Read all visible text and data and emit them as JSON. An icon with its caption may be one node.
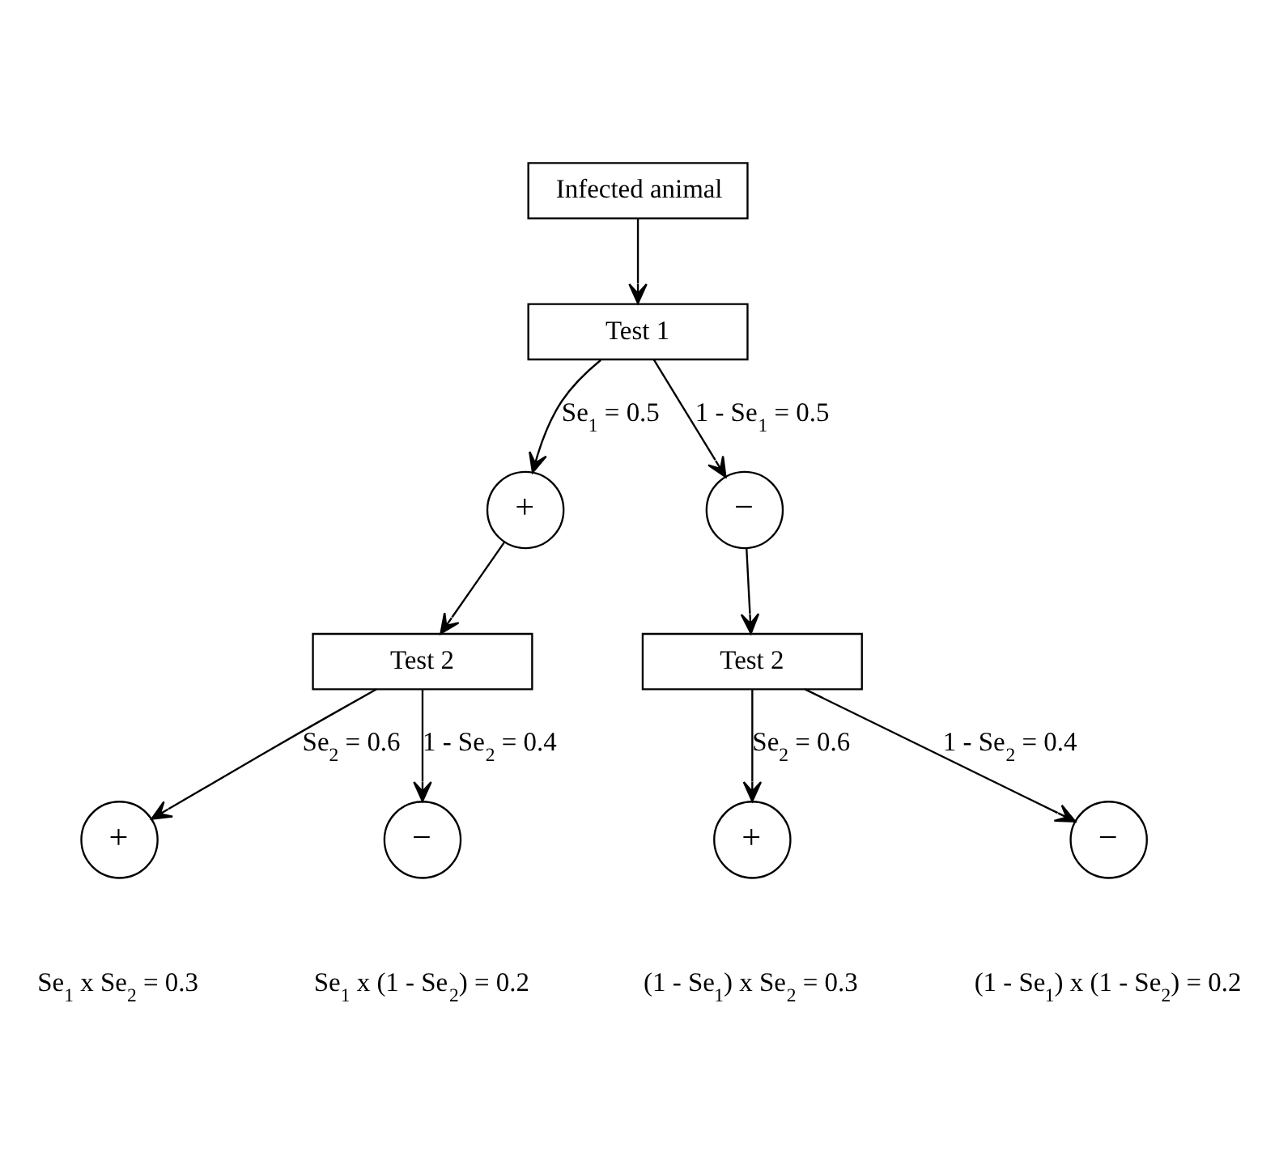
{
  "diagram": {
    "nodes": [
      {
        "text": [
          "Infected animal"
        ]
      },
      {
        "text": [
          "Test 1"
        ]
      },
      {
        "text": [
          "+"
        ]
      },
      {
        "text": [
          "−"
        ]
      },
      {
        "text": [
          "Test 2"
        ]
      },
      {
        "text": [
          "Test 2"
        ]
      },
      {
        "text": [
          "+"
        ],
        "beside": [
          "Se$_{1}$ x Se$_{2}$ = 0.3"
        ]
      },
      {
        "text": [
          "−"
        ],
        "beside": [
          "Se$_{1}$ x (1 - Se$_{2}$) = 0.2"
        ]
      },
      {
        "text": [
          "+"
        ],
        "beside": [
          "(1 - Se$_{1}$) x Se$_{2}$ = 0.3"
        ]
      },
      {
        "text": [
          "−"
        ],
        "beside": [
          "(1 - Se$_{1}$) x (1 - Se$_{2}$) = 0.2"
        ]
      }
    ],
    "edges": [
      {
        "from": 0,
        "to": 1,
        "arrow": "to"
      },
      {
        "from": 1,
        "to": 2,
        "arrow": "to",
        "label": "Se$_{1}$ = 0.5"
      },
      {
        "from": 1,
        "to": 3,
        "arrow": "to",
        "label": "1 - Se$_{1}$ = 0.5"
      },
      {
        "from": 2,
        "to": 4,
        "arrow": "to"
      },
      {
        "from": 3,
        "to": 5,
        "arrow": "to"
      },
      {
        "from": 4,
        "to": 6,
        "arrow": "to",
        "label": "Se$_{2}$ = 0.6"
      },
      {
        "from": 4,
        "to": 7,
        "arrow": "to",
        "label": "1 - Se$_{2}$ = 0.4"
      },
      {
        "from": 5,
        "to": 8,
        "arrow": "to",
        "label": "Se$_{2}$ = 0.6"
      },
      {
        "from": 5,
        "to": 9,
        "arrow": "to",
        "label": "1 - Se$_{2}$ = 0.4"
      }
    ]
  }
}
